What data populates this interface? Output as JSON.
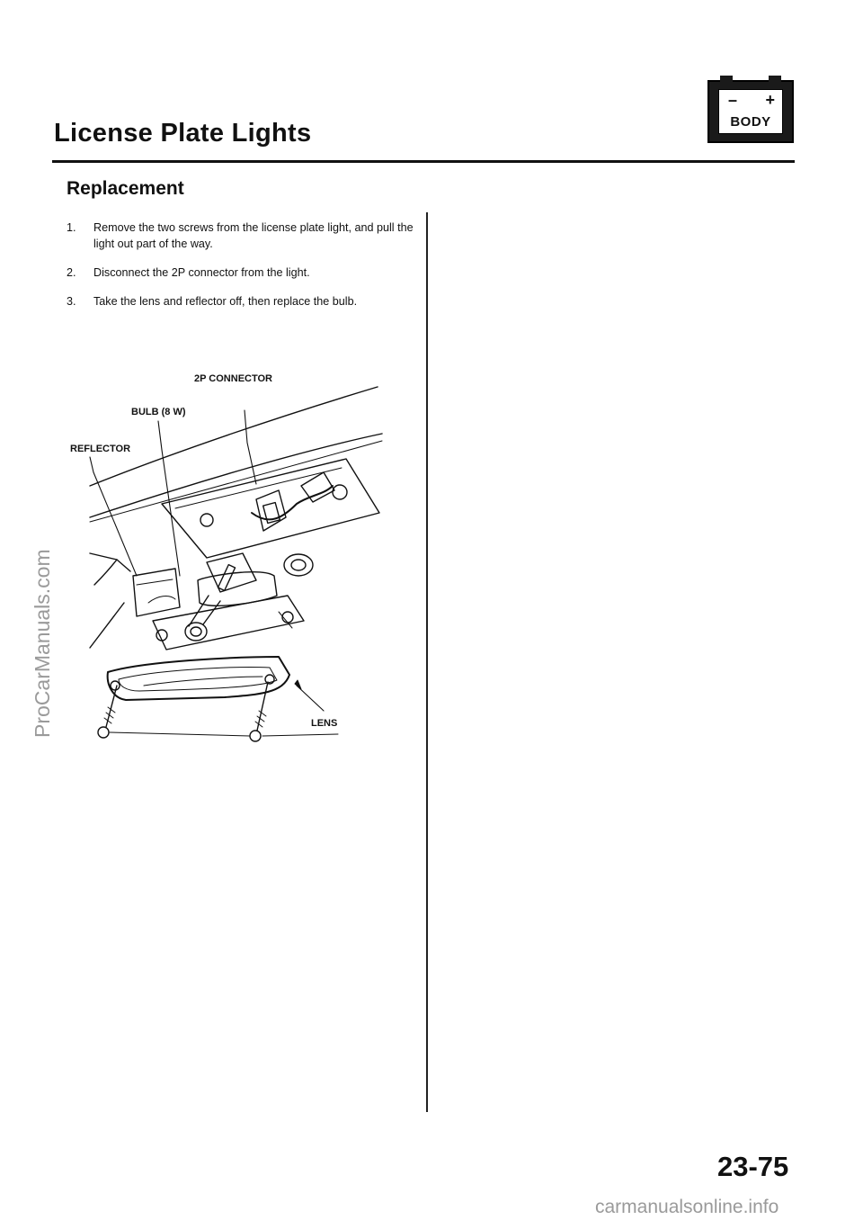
{
  "header": {
    "title": "License Plate Lights",
    "badge": {
      "minus": "–",
      "plus": "+",
      "label": "BODY"
    }
  },
  "section": {
    "title": "Replacement"
  },
  "steps": [
    {
      "number": "1.",
      "text": "Remove the two screws from the license plate light, and pull the light out part of the way."
    },
    {
      "number": "2.",
      "text": "Disconnect the 2P connector from the light."
    },
    {
      "number": "3.",
      "text": "Take the lens and reflector off, then replace the bulb."
    }
  ],
  "diagram": {
    "labels": {
      "connector": "2P CONNECTOR",
      "bulb": "BULB (8 W)",
      "reflector": "REFLECTOR",
      "lens": "LENS"
    }
  },
  "footer": {
    "page_number": "23-75",
    "watermark_left": "ProCarManuals.com",
    "watermark_bottom": "carmanualsonline.info"
  }
}
